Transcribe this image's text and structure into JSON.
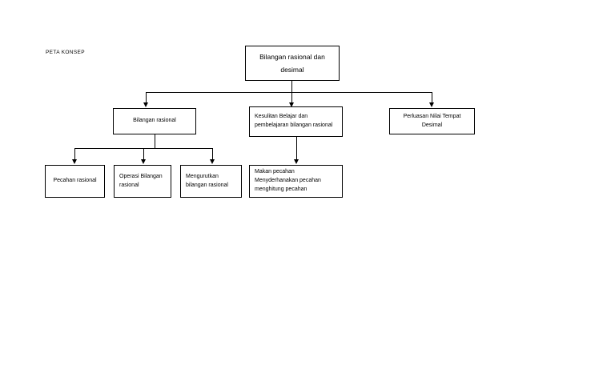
{
  "document": {
    "label": "PETA KONSEP"
  },
  "diagram": {
    "type": "hierarchy-tree",
    "colors": {
      "background": "#ffffff",
      "box_border": "#000000",
      "text": "#000000",
      "connector": "#000000"
    },
    "nodes": {
      "root": {
        "lines": [
          "Bilangan rasional dan",
          "desimal"
        ],
        "align": "center"
      },
      "level2": [
        {
          "id": "bilangan-rasional",
          "lines": [
            "Bilangan rasional"
          ],
          "align": "center"
        },
        {
          "id": "kesulitan-belajar",
          "lines": [
            "Kesulitan Belajar dan",
            "pembelajaran bilangan rasional"
          ],
          "align": "left"
        },
        {
          "id": "perluasan-nilai-tempat",
          "lines": [
            "Perluasan Nilai Tempat",
            "Desimal"
          ],
          "align": "center"
        }
      ],
      "level3_left": [
        {
          "id": "pecahan-rasional",
          "lines": [
            "Pecahan rasional"
          ],
          "align": "center"
        },
        {
          "id": "operasi-bilangan-rasional",
          "lines": [
            "Operasi Bilangan",
            "rasional"
          ],
          "align": "left"
        },
        {
          "id": "mengurutkan-bilangan-rasional",
          "lines": [
            "Mengurutkan",
            "bilangan rasional"
          ],
          "align": "left"
        }
      ],
      "level3_middle": {
        "id": "makna-pecahan",
        "lines": [
          "Makan pecahan",
          "Menyderhanakan pecahan",
          "menghitung pecahan"
        ],
        "align": "left"
      }
    }
  }
}
